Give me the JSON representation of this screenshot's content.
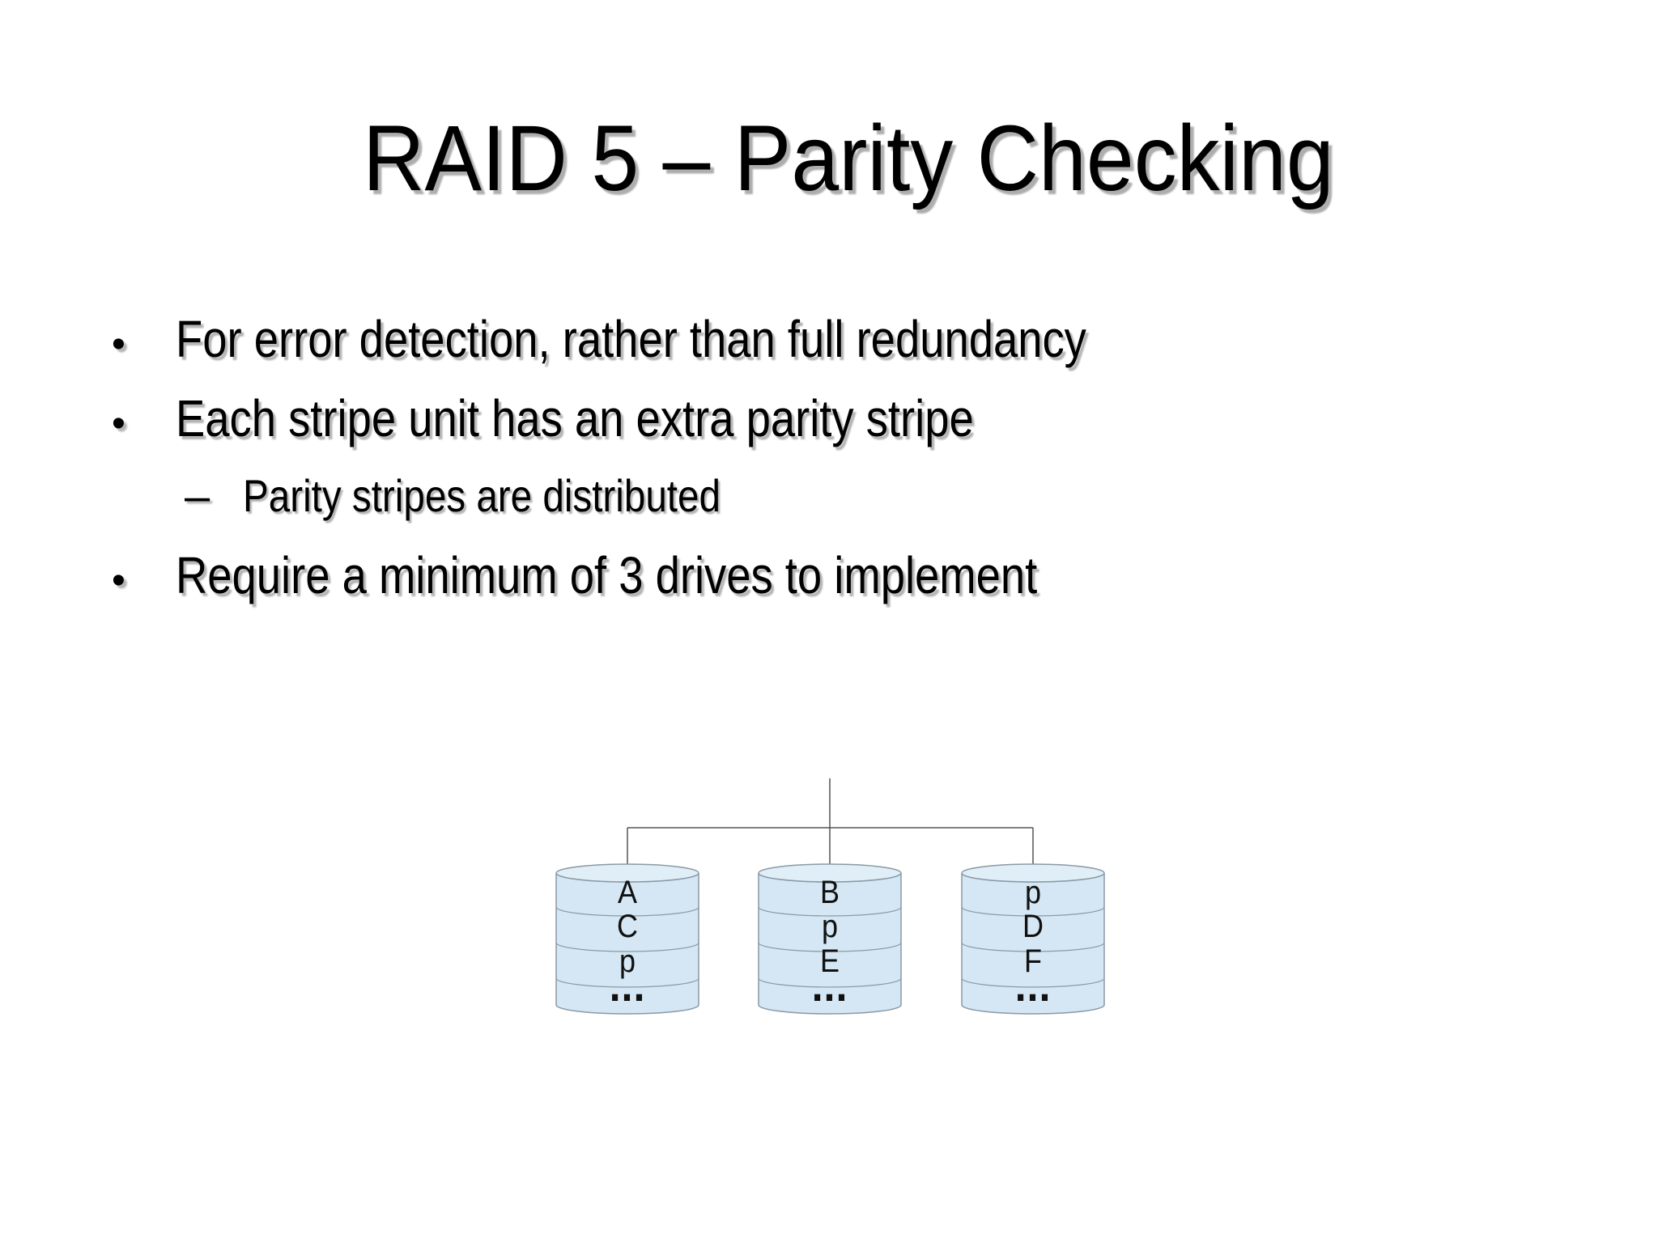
{
  "slide": {
    "title": "RAID 5 – Parity Checking",
    "bullet_glyph": "•",
    "sub_bullet_glyph": "–",
    "bullets": [
      {
        "level": 1,
        "text": "For error detection, rather than full redundancy"
      },
      {
        "level": 1,
        "text": "Each stripe unit has an extra parity stripe"
      },
      {
        "level": 2,
        "text": "Parity stripes are distributed"
      },
      {
        "level": 1,
        "text": "Require a minimum of 3 drives to implement"
      }
    ]
  },
  "diagram": {
    "description": "three-disk-raid5-array",
    "disks": [
      {
        "name": "disk-1",
        "rows": [
          "A",
          "C",
          "p",
          "..."
        ]
      },
      {
        "name": "disk-2",
        "rows": [
          "B",
          "p",
          "E",
          "..."
        ]
      },
      {
        "name": "disk-3",
        "rows": [
          "p",
          "D",
          "F",
          "..."
        ]
      }
    ],
    "colors": {
      "cylinder_fill": "#d5e7f4",
      "cylinder_top_fill": "#e0eef8",
      "cylinder_stroke": "#8a99a5",
      "connector": "#555555"
    }
  }
}
